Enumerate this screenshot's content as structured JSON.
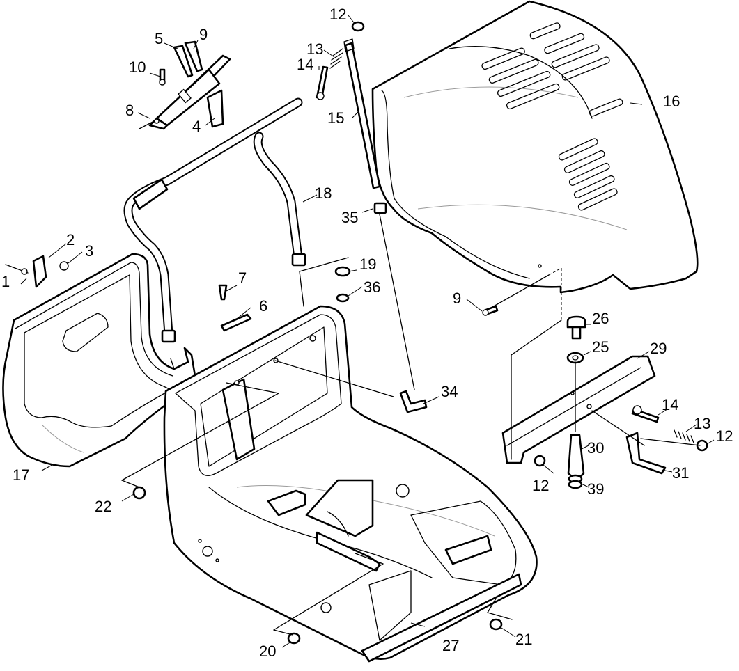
{
  "diagram": {
    "callouts": [
      {
        "id": "c1",
        "label": "1"
      },
      {
        "id": "c2",
        "label": "2"
      },
      {
        "id": "c3",
        "label": "3"
      },
      {
        "id": "c4",
        "label": "4"
      },
      {
        "id": "c5",
        "label": "5"
      },
      {
        "id": "c6",
        "label": "6"
      },
      {
        "id": "c7",
        "label": "7"
      },
      {
        "id": "c8",
        "label": "8"
      },
      {
        "id": "c9a",
        "label": "9"
      },
      {
        "id": "c9b",
        "label": "9"
      },
      {
        "id": "c10",
        "label": "10"
      },
      {
        "id": "c12a",
        "label": "12"
      },
      {
        "id": "c12b",
        "label": "12"
      },
      {
        "id": "c12c",
        "label": "12"
      },
      {
        "id": "c13a",
        "label": "13"
      },
      {
        "id": "c13b",
        "label": "13"
      },
      {
        "id": "c14a",
        "label": "14"
      },
      {
        "id": "c14b",
        "label": "14"
      },
      {
        "id": "c15",
        "label": "15"
      },
      {
        "id": "c16",
        "label": "16"
      },
      {
        "id": "c17",
        "label": "17"
      },
      {
        "id": "c18",
        "label": "18"
      },
      {
        "id": "c19",
        "label": "19"
      },
      {
        "id": "c20",
        "label": "20"
      },
      {
        "id": "c21",
        "label": "21"
      },
      {
        "id": "c22",
        "label": "22"
      },
      {
        "id": "c25",
        "label": "25"
      },
      {
        "id": "c26",
        "label": "26"
      },
      {
        "id": "c27",
        "label": "27"
      },
      {
        "id": "c29",
        "label": "29"
      },
      {
        "id": "c30",
        "label": "30"
      },
      {
        "id": "c31",
        "label": "31"
      },
      {
        "id": "c34",
        "label": "34"
      },
      {
        "id": "c35",
        "label": "35"
      },
      {
        "id": "c36",
        "label": "36"
      },
      {
        "id": "c39",
        "label": "39"
      }
    ]
  }
}
